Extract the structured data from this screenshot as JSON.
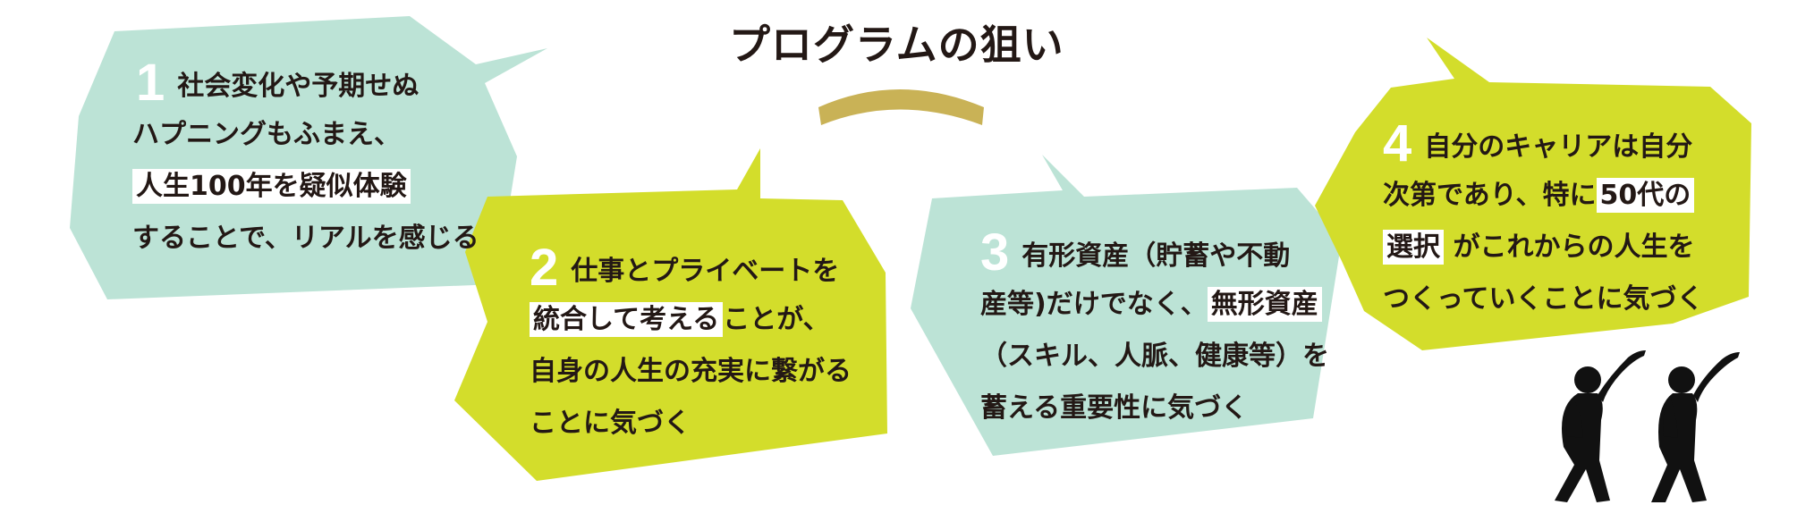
{
  "title": "プログラムの狙い",
  "colors": {
    "mint": "#bce3d6",
    "lime": "#d3dd2b",
    "arc": "#c9b256",
    "text": "#231815",
    "number": "#ffffff"
  },
  "bubbles": [
    {
      "number": "1",
      "lines": [
        {
          "pre": "社会変化や予期せぬ",
          "hl": "",
          "post": ""
        },
        {
          "pre": "ハプニングもふまえ、",
          "hl": "",
          "post": ""
        },
        {
          "pre": "",
          "hl": "人生100年を疑似体験",
          "post": ""
        },
        {
          "pre": "することで、リアルを感じる",
          "hl": "",
          "post": ""
        }
      ]
    },
    {
      "number": "2",
      "lines": [
        {
          "pre": "仕事とプライベートを",
          "hl": "",
          "post": ""
        },
        {
          "pre": "",
          "hl": "統合して考える",
          "post": "ことが、"
        },
        {
          "pre": "自身の人生の充実に繋がる",
          "hl": "",
          "post": ""
        },
        {
          "pre": "ことに気づく",
          "hl": "",
          "post": ""
        }
      ]
    },
    {
      "number": "3",
      "lines": [
        {
          "pre": "有形資産（貯蓄や不動",
          "hl": "",
          "post": ""
        },
        {
          "pre": "産等)だけでなく、",
          "hl": "無形資産",
          "post": ""
        },
        {
          "pre": "（スキル、人脈、健康等）を",
          "hl": "",
          "post": ""
        },
        {
          "pre": "蓄える重要性に気づく",
          "hl": "",
          "post": ""
        }
      ]
    },
    {
      "number": "4",
      "lines": [
        {
          "pre": "自分のキャリアは自分",
          "hl": "",
          "post": ""
        },
        {
          "pre": "次第であり、特に",
          "hl": "50代の",
          "post": ""
        },
        {
          "pre": "",
          "hl": "選択",
          "post": " がこれからの人生を"
        },
        {
          "pre": "つくっていくことに気づく",
          "hl": "",
          "post": ""
        }
      ]
    }
  ],
  "figures": [
    "stretching-person-silhouette",
    "stretching-person-silhouette"
  ]
}
